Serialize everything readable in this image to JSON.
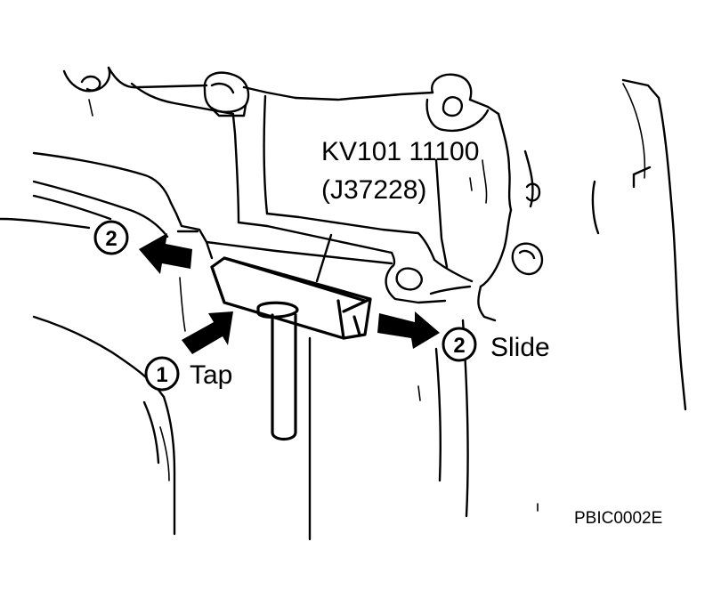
{
  "tool": {
    "part_number": "KV101 11100",
    "alt_number": "(J37228)"
  },
  "steps": {
    "tap": {
      "number": "1",
      "label": "Tap"
    },
    "slide": {
      "number": "2",
      "label": "Slide"
    },
    "slide_left": {
      "number": "2"
    }
  },
  "figure_code": "PBIC0002E"
}
